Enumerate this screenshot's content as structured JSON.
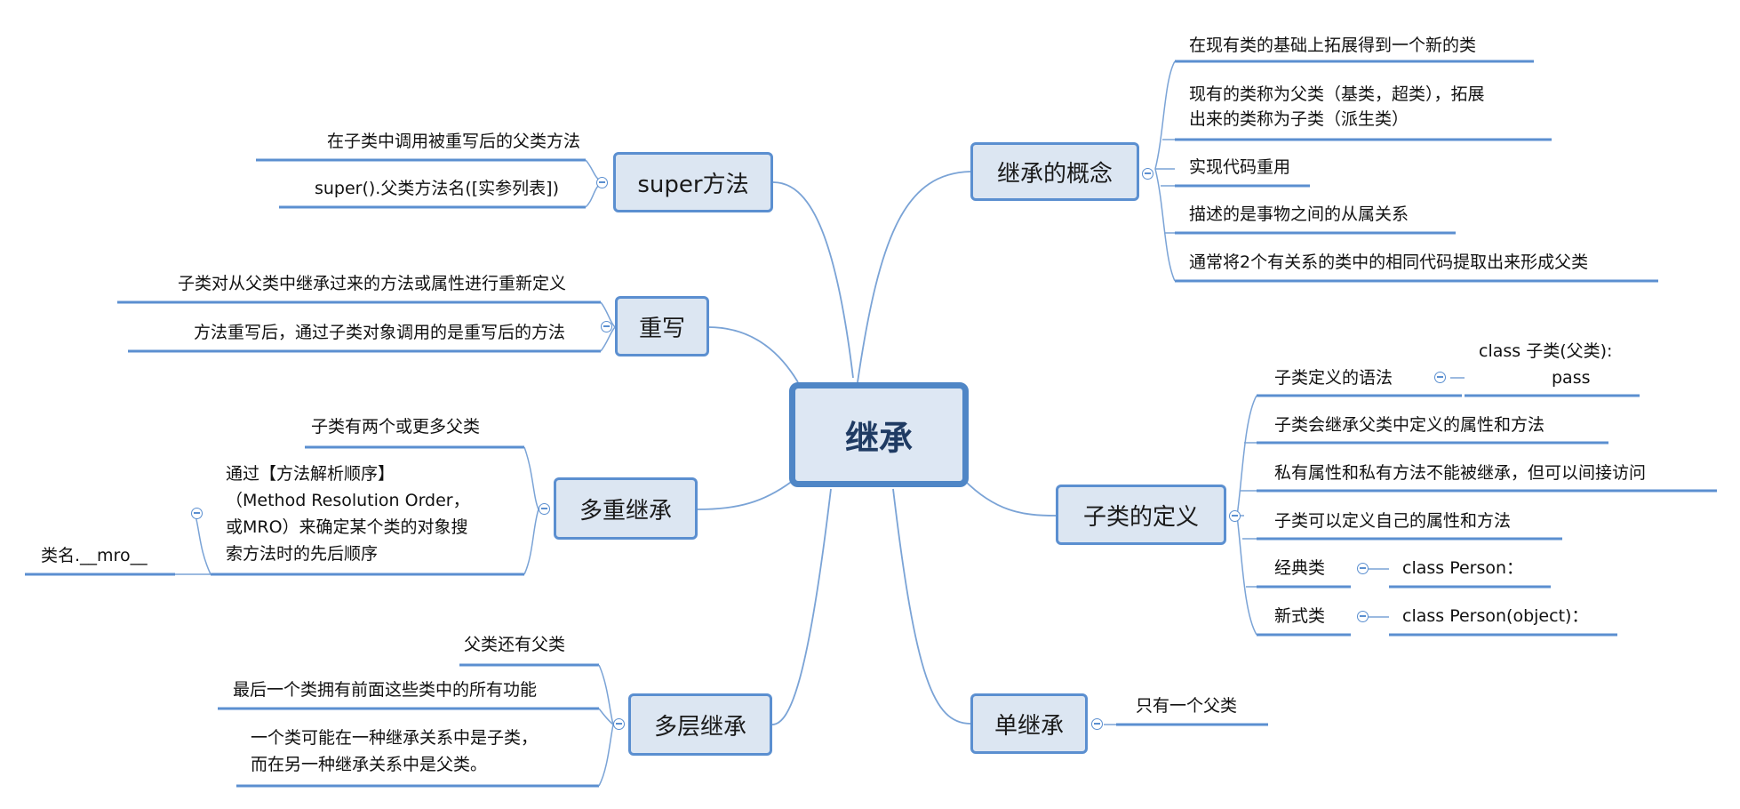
{
  "center": "继承",
  "branches": {
    "concept": {
      "label": "继承的概念",
      "items": [
        "在现有类的基础上拓展得到一个新的类",
        "现有的类称为父类（基类，超类），拓展",
        "出来的类称为子类（派生类）",
        "实现代码重用",
        "描述的是事物之间的从属关系",
        "通常将2个有关系的类中的相同代码提取出来形成父类"
      ]
    },
    "subclass": {
      "label": "子类的定义",
      "syntax_label": "子类定义的语法",
      "syntax_code": [
        "class 子类(父类):",
        "pass"
      ],
      "items": [
        "子类会继承父类中定义的属性和方法",
        "私有属性和私有方法不能被继承，但可以间接访问",
        "子类可以定义自己的属性和方法"
      ],
      "classic_label": "经典类",
      "classic_code": "class Person：",
      "newstyle_label": "新式类",
      "newstyle_code": "class Person(object)："
    },
    "single": {
      "label": "单继承",
      "items": [
        "只有一个父类"
      ]
    },
    "super": {
      "label": "super方法",
      "items": [
        "在子类中调用被重写后的父类方法",
        "super().父类方法名([实参列表])"
      ]
    },
    "override": {
      "label": "重写",
      "items": [
        "子类对从父类中继承过来的方法或属性进行重新定义",
        "方法重写后，通过子类对象调用的是重写后的方法"
      ]
    },
    "multiple": {
      "label": "多重继承",
      "items": [
        "子类有两个或更多父类"
      ],
      "mro_lines": [
        "通过【方法解析顺序】",
        "（Method Resolution Order，",
        "或MRO）来确定某个类的对象搜",
        "索方法时的先后顺序"
      ],
      "mro_attr": "类名.__mro__"
    },
    "multilevel": {
      "label": "多层继承",
      "items": [
        "父类还有父类",
        "最后一个类拥有前面这些类中的所有功能",
        "一个类可能在一种继承关系中是子类，",
        "而在另一种继承关系中是父类。"
      ]
    }
  }
}
